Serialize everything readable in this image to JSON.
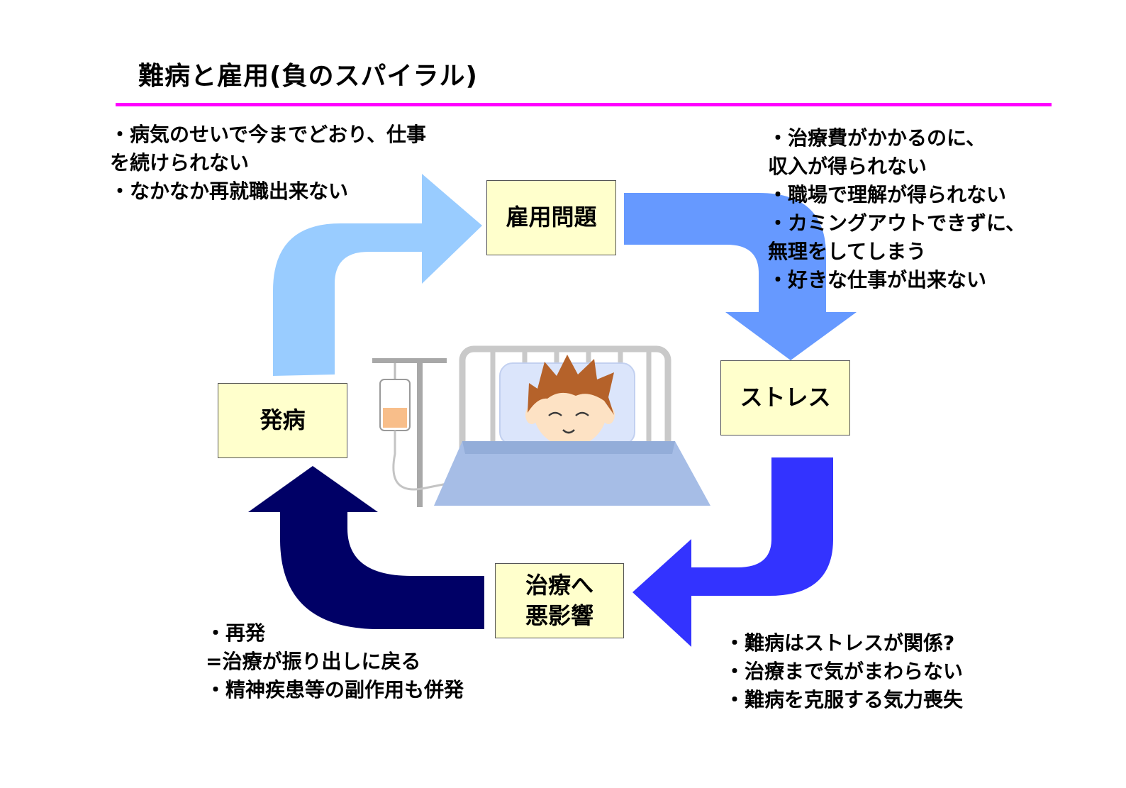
{
  "title": "難病と雇用(負のスパイラル)",
  "stages": {
    "employment": "雇用問題",
    "stress": "ストレス",
    "treatment_line1": "治療へ",
    "treatment_line2": "悪影響",
    "onset": "発病"
  },
  "notes": {
    "top_left": [
      "・病気のせいで今までどおり、仕事",
      "を続けられない",
      "・なかなか再就職出来ない"
    ],
    "top_right": [
      "・治療費がかかるのに、",
      "収入が得られない",
      "・職場で理解が得られない",
      "・カミングアウトできずに、",
      "無理をしてしまう",
      "・好きな仕事が出来ない"
    ],
    "bottom_right": [
      "・難病はストレスが関係?",
      "・治療まで気がまわらない",
      "・難病を克服する気力喪失"
    ],
    "bottom_left": [
      "・再発",
      "=治療が振り出しに戻る",
      "・精神疾患等の副作用も併発"
    ]
  },
  "colors": {
    "title_rule": "#ff00ff",
    "box_fill": "#ffffcc",
    "arrow_onset_to_employment": "#99ccff",
    "arrow_employment_to_stress": "#6699ff",
    "arrow_stress_to_treatment": "#3333ff",
    "arrow_treatment_to_onset": "#000066"
  },
  "icons": {
    "illustration": "hospital-bed-patient-icon"
  }
}
